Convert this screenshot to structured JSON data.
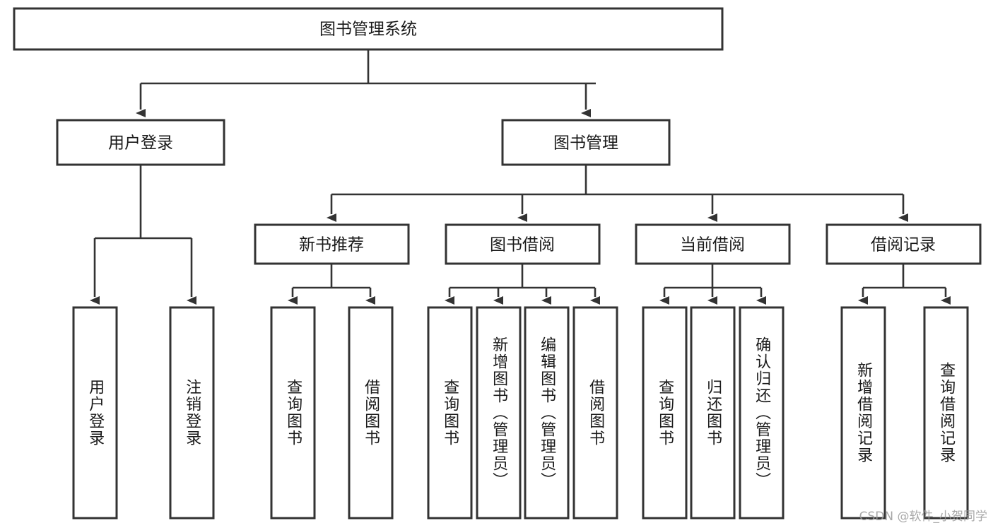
{
  "diagram": {
    "title": "图书管理系统",
    "type": "tree-hierarchy-diagram",
    "colors": {
      "box_stroke": "#333333",
      "box_fill": "#ffffff",
      "connector": "#333333",
      "text": "#1a1a1a",
      "watermark": "#9a9a9a",
      "background": "#ffffff"
    },
    "root": {
      "label": "图书管理系统"
    },
    "level2": [
      {
        "label": "用户登录"
      },
      {
        "label": "图书管理"
      }
    ],
    "level3": [
      {
        "label": "新书推荐"
      },
      {
        "label": "图书借阅"
      },
      {
        "label": "当前借阅"
      },
      {
        "label": "借阅记录"
      }
    ],
    "leaves": {
      "user_login": [
        {
          "label": "用户登录"
        },
        {
          "label": "注销登录"
        }
      ],
      "new_book_recommend": [
        {
          "label": "查询图书"
        },
        {
          "label": "借阅图书"
        }
      ],
      "book_borrow": [
        {
          "label": "查询图书"
        },
        {
          "label": "新增图书（管理员）"
        },
        {
          "label": "编辑图书（管理员）"
        },
        {
          "label": "借阅图书"
        }
      ],
      "current_borrow": [
        {
          "label": "查询图书"
        },
        {
          "label": "归还图书"
        },
        {
          "label": "确认归还（管理员）"
        }
      ],
      "borrow_record": [
        {
          "label": "新增借阅记录"
        },
        {
          "label": "查询借阅记录"
        }
      ]
    }
  },
  "watermark": {
    "text": "CSDN @软件_小贺同学"
  }
}
